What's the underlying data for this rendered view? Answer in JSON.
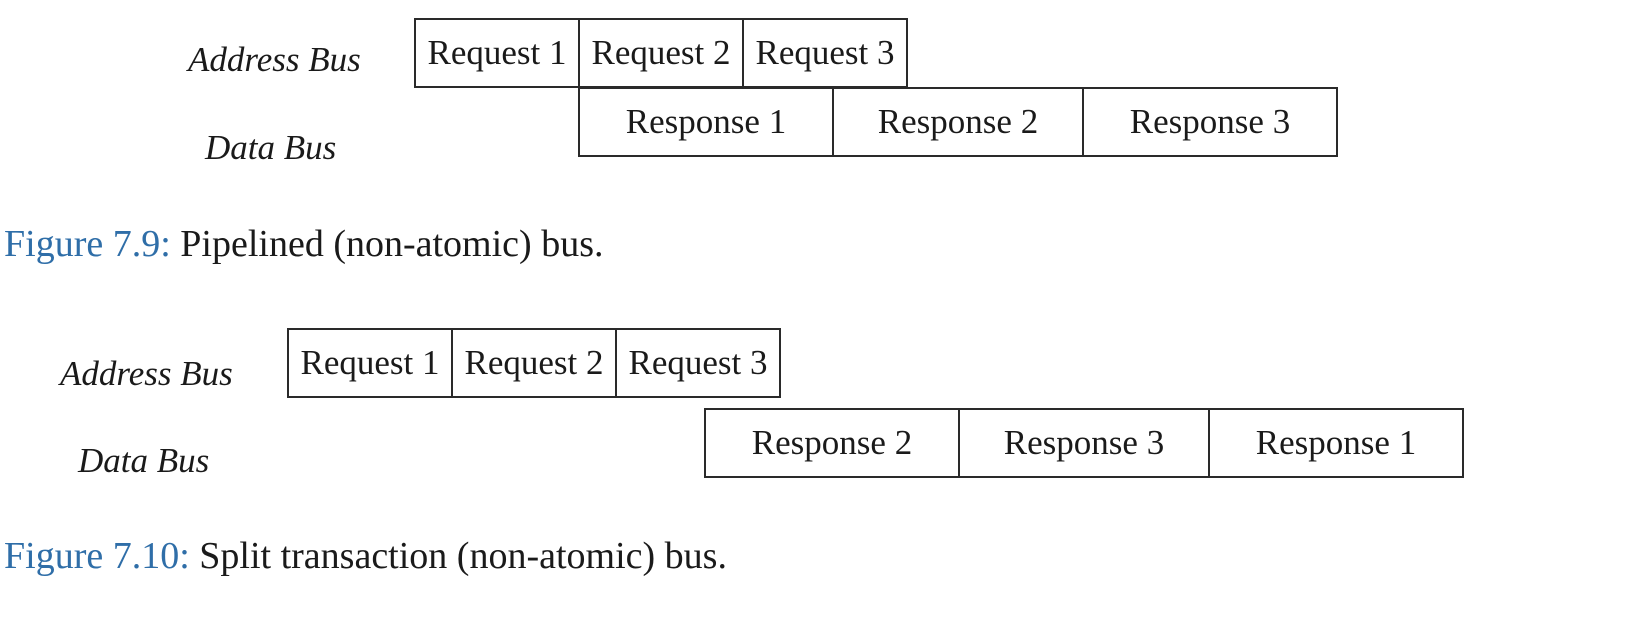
{
  "colors": {
    "caption_number": "#2f6ea8",
    "text": "#1a1a1a",
    "box_border": "#2a2a2a"
  },
  "figures": [
    {
      "address_bus_label": "Address Bus",
      "data_bus_label": "Data Bus",
      "address_bus": [
        "Request 1",
        "Request 2",
        "Request 3"
      ],
      "data_bus": [
        "Response 1",
        "Response 2",
        "Response 3"
      ],
      "caption_number": "Figure 7.9:",
      "caption_text": " Pipelined (non-atomic) bus."
    },
    {
      "address_bus_label": "Address Bus",
      "data_bus_label": "Data Bus",
      "address_bus": [
        "Request 1",
        "Request 2",
        "Request 3"
      ],
      "data_bus": [
        "Response 2",
        "Response 3",
        "Response 1"
      ],
      "caption_number": "Figure 7.10:",
      "caption_text": " Split transaction (non-atomic) bus."
    }
  ]
}
